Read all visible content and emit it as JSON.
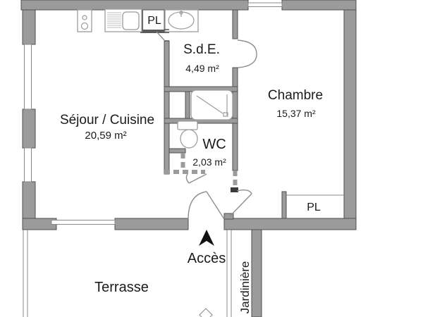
{
  "plan": {
    "rooms": [
      {
        "name": "Séjour / Cuisine",
        "area": "20,59 m²"
      },
      {
        "name": "S.d.E.",
        "area": "4,49 m²"
      },
      {
        "name": "Chambre",
        "area": "15,37 m²"
      },
      {
        "name": "WC",
        "area": "2,03 m²"
      }
    ],
    "closets": [
      {
        "label": "PL"
      },
      {
        "label": "PL"
      }
    ],
    "outdoor": {
      "terrace_label": "Terrasse",
      "planter_label": "Jardinière"
    },
    "entrance": {
      "label": "Accès"
    },
    "colors": {
      "wall": "#9b9b9b",
      "outline": "#4f4f4f",
      "fixture": "#9c9c9c",
      "door": "#8f8f8f",
      "thin": "#8a8a8a",
      "text": "#1b1b1b",
      "arrow": "#121212"
    }
  }
}
